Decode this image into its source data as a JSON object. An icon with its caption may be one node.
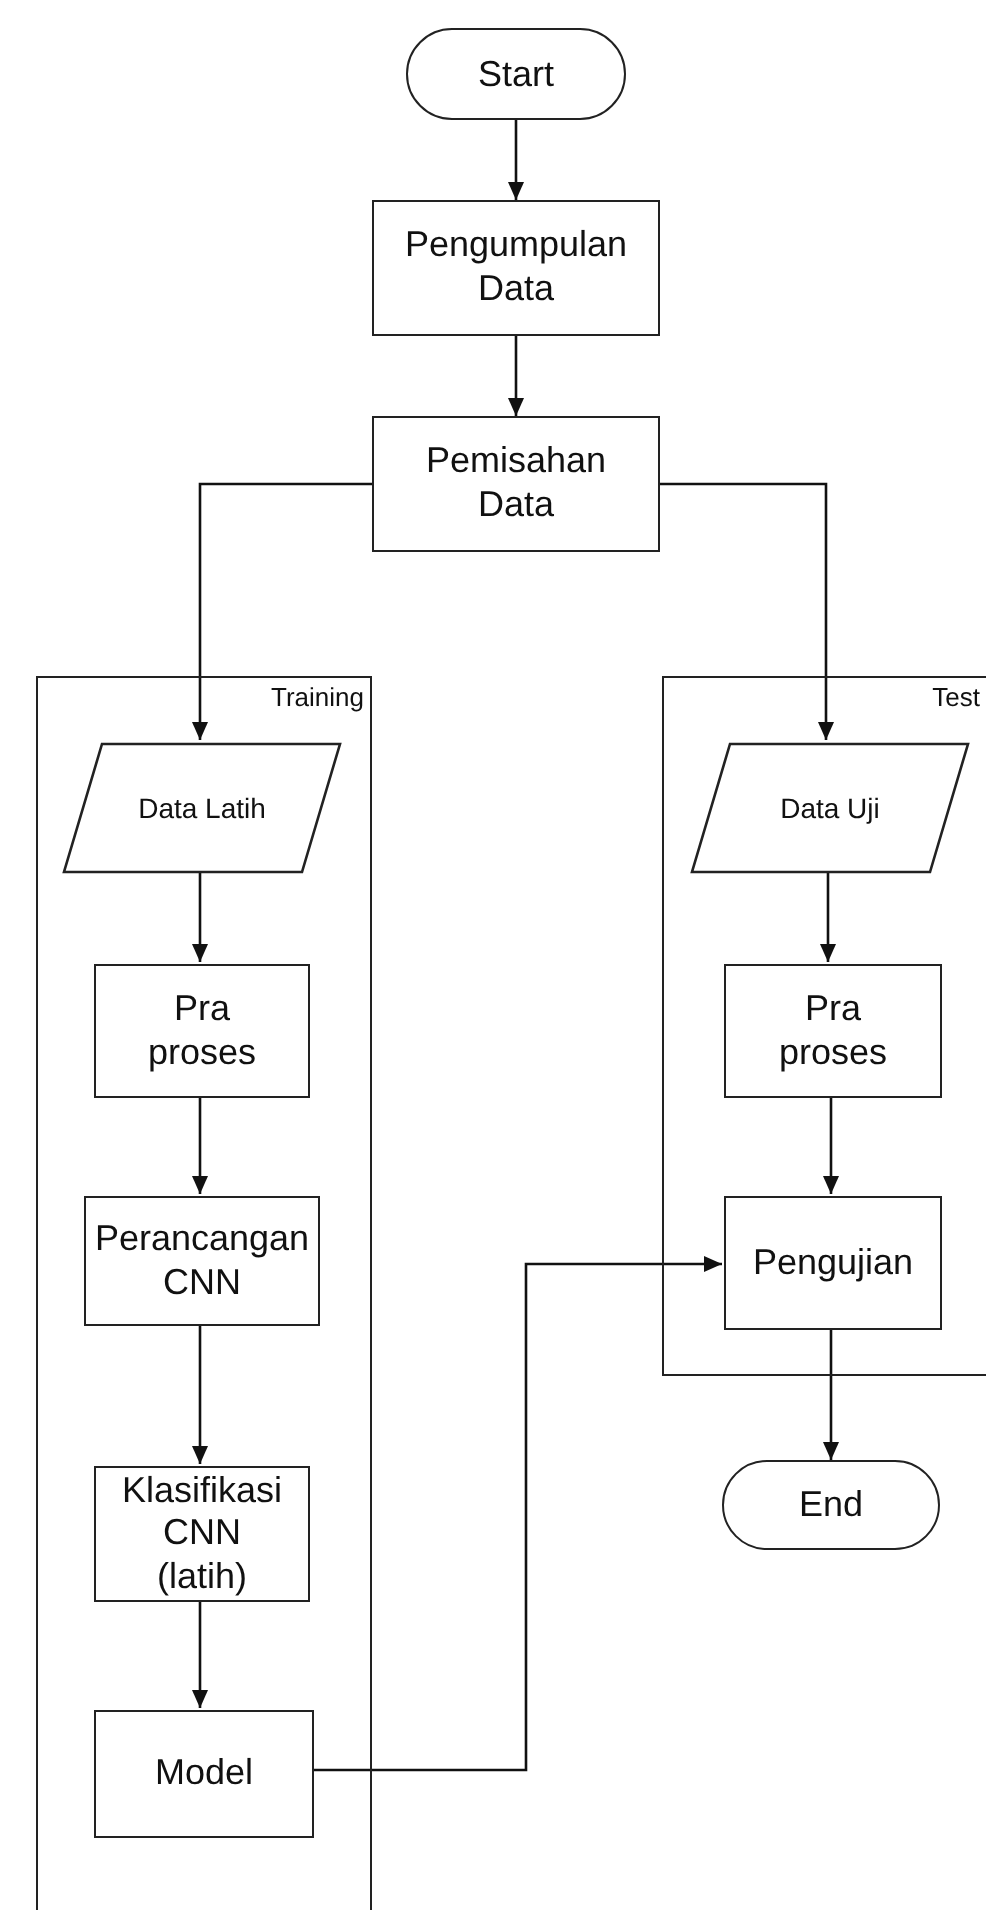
{
  "diagram": {
    "nodes": [
      {
        "text": [
          "Start"
        ]
      },
      {
        "text": [
          "Pengumpulan Data"
        ]
      },
      {
        "text": [
          "Pemisahan Data"
        ]
      },
      {
        "text": [
          "Training"
        ]
      },
      {
        "text": [
          "Data Latih"
        ],
        "in": 3
      },
      {
        "text": [
          "Pra proses"
        ],
        "in": 3
      },
      {
        "text": [
          "Perancangan CNN"
        ],
        "in": 3
      },
      {
        "text": [
          "Klasifikasi CNN (latih)"
        ],
        "in": 3
      },
      {
        "text": [
          "Model"
        ],
        "in": 3
      },
      {
        "text": [
          "Test"
        ]
      },
      {
        "text": [
          "Data Uji"
        ],
        "in": 9
      },
      {
        "text": [
          "Pra proses"
        ],
        "in": 9
      },
      {
        "text": [
          "Pengujian"
        ],
        "in": 9
      },
      {
        "text": [
          "End"
        ]
      }
    ],
    "edges": [
      {
        "from": 0,
        "to": 1,
        "arrow": "to"
      },
      {
        "from": 1,
        "to": 2,
        "arrow": "to"
      },
      {
        "from": 2,
        "to": 4,
        "arrow": "to"
      },
      {
        "from": 2,
        "to": 10,
        "arrow": "to"
      },
      {
        "from": 4,
        "to": 5,
        "arrow": "to"
      },
      {
        "from": 5,
        "to": 6,
        "arrow": "to"
      },
      {
        "from": 6,
        "to": 7,
        "arrow": "to"
      },
      {
        "from": 7,
        "to": 8,
        "arrow": "to"
      },
      {
        "from": 8,
        "to": 12,
        "arrow": "to"
      },
      {
        "from": 10,
        "to": 11,
        "arrow": "to"
      },
      {
        "from": 11,
        "to": 12,
        "arrow": "to"
      },
      {
        "from": 12,
        "to": 13,
        "arrow": "to"
      }
    ]
  }
}
